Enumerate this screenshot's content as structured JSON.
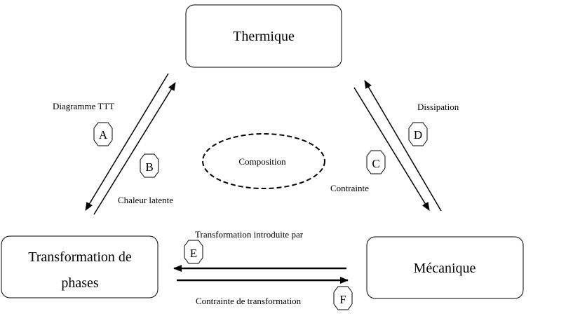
{
  "nodes": {
    "thermique": "Thermique",
    "transformation_line1": "Transformation de",
    "transformation_line2": "phases",
    "mecanique": "Mécanique"
  },
  "center": "Composition",
  "links": {
    "A": {
      "badge": "A",
      "label": "Diagramme TTT"
    },
    "B": {
      "badge": "B",
      "label": "Chaleur latente"
    },
    "C": {
      "badge": "C",
      "label": "Contrainte"
    },
    "D": {
      "badge": "D",
      "label": "Dissipation"
    },
    "E": {
      "badge": "E",
      "label": "Transformation introduite par"
    },
    "F": {
      "badge": "F",
      "label": "Contrainte de transformation"
    }
  }
}
